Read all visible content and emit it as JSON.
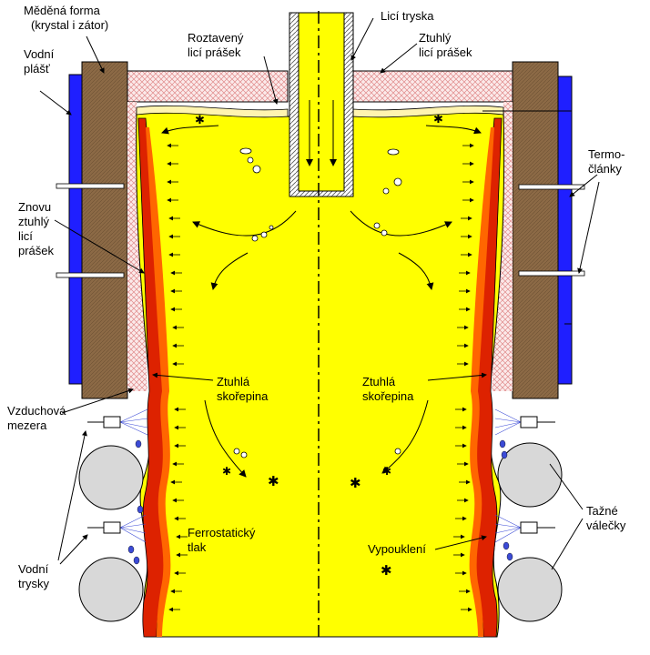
{
  "labels": {
    "mold": [
      "Měděná forma",
      "(krystal i zátor)"
    ],
    "water_jacket": [
      "Vodní",
      "plášť"
    ],
    "nozzle": [
      "Licí tryska"
    ],
    "molten_powder": [
      "Roztavený",
      "licí prášek"
    ],
    "solid_powder": [
      "Ztuhlý",
      "licí prášek"
    ],
    "thermocouples": [
      "Termo-",
      "články"
    ],
    "resolidified_powder": [
      "Znovu",
      "ztuhlý",
      "licí",
      "prášek"
    ],
    "shell_left": [
      "Ztuhlá",
      "skořepina"
    ],
    "shell_right": [
      "Ztuhlá",
      "skořepina"
    ],
    "air_gap": [
      "Vzduchová",
      "mezera"
    ],
    "pull_rolls": [
      "Tažné",
      "válečky"
    ],
    "ferrostatic": [
      "Ferrostatický",
      "tlak"
    ],
    "bulging": [
      "Vypouklení"
    ],
    "water_nozzles": [
      "Vodní",
      "trysky"
    ]
  },
  "colors": {
    "melt": "#ffff00",
    "shell_dark": "#dd2200",
    "shell_light": "#ff6600",
    "mold": "#8c6a46",
    "water": "#1f1fff",
    "powder": "#f2c6c6",
    "roll": "#d8d8d8"
  }
}
